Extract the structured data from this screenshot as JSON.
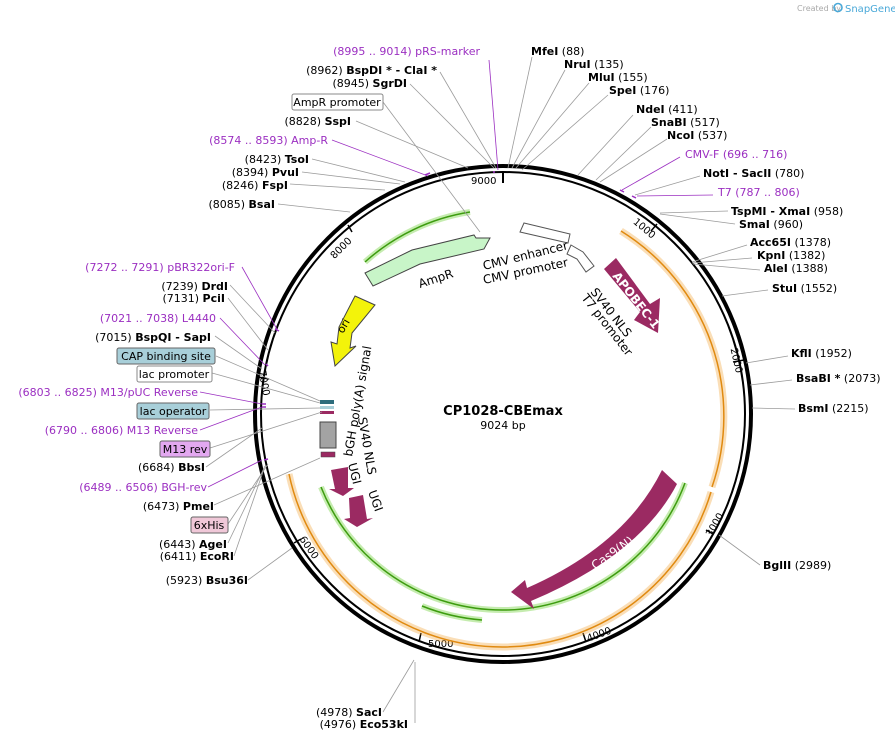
{
  "watermark": {
    "prefix": "Created by",
    "brand": "SnapGene"
  },
  "plasmid": {
    "name": "CP1028-CBEmax",
    "size_label": "9024 bp",
    "total_bp": 9024
  },
  "colors": {
    "primer": "#9b2fc1",
    "cds": "#9b2a62",
    "ori": "#f3f30a",
    "ampr": "#c8f5c8",
    "promoter": "#ffffff",
    "polyA": "#a3a3a3",
    "gene_line": "#3d9c0f",
    "orf_line": "#f0a030",
    "cap_box": "#a8cfd9",
    "m13rev_box": "#e3a8f0",
    "his_box": "#f0c8d8"
  },
  "ticks": [
    "9000",
    "1000",
    "2000",
    "3000",
    "4000",
    "5000",
    "6000",
    "7000",
    "8000"
  ],
  "map_labels": [
    {
      "num": "(8995 .. 9014)",
      "name": "pRS-marker",
      "primer": true
    },
    {
      "num": "(8962)",
      "name": "BspDI * - ClaI *"
    },
    {
      "num": "(8945)",
      "name": "SgrDI"
    },
    {
      "name": "AmpR promoter",
      "box": "promoter"
    },
    {
      "num": "(8828)",
      "name": "SspI"
    },
    {
      "num": "(8574 .. 8593)",
      "name": "Amp-R",
      "primer": true
    },
    {
      "num": "(8423)",
      "name": "TsoI"
    },
    {
      "num": "(8394)",
      "name": "PvuI"
    },
    {
      "num": "(8246)",
      "name": "FspI"
    },
    {
      "num": "(8085)",
      "name": "BsaI"
    },
    {
      "num": "(7272 .. 7291)",
      "name": "pBR322ori-F",
      "primer": true
    },
    {
      "num": "(7239)",
      "name": "DrdI"
    },
    {
      "num": "(7131)",
      "name": "PciI"
    },
    {
      "num": "(7021 .. 7038)",
      "name": "L4440",
      "primer": true
    },
    {
      "num": "(7015)",
      "name": "BspQI - SapI"
    },
    {
      "name": "CAP binding site",
      "box": "cap"
    },
    {
      "name": "lac promoter",
      "box": "promoter"
    },
    {
      "num": "(6803 .. 6825)",
      "name": "M13/pUC Reverse",
      "primer": true
    },
    {
      "name": "lac operator",
      "box": "cap"
    },
    {
      "num": "(6790 .. 6806)",
      "name": "M13 Reverse",
      "primer": true
    },
    {
      "name": "M13 rev",
      "box": "m13rev"
    },
    {
      "num": "(6684)",
      "name": "BbsI"
    },
    {
      "num": "(6489 .. 6506)",
      "name": "BGH-rev",
      "primer": true
    },
    {
      "num": "(6473)",
      "name": "PmeI"
    },
    {
      "name": "6xHis",
      "box": "his"
    },
    {
      "num": "(6443)",
      "name": "AgeI"
    },
    {
      "num": "(6411)",
      "name": "EcoRI"
    },
    {
      "num": "(5923)",
      "name": "Bsu36I"
    },
    {
      "num": "(4978)",
      "name": "SacI"
    },
    {
      "num": "(4976)",
      "name": "Eco53kI"
    },
    {
      "name": "MfeI",
      "num": "(88)"
    },
    {
      "name": "NruI",
      "num": "(135)"
    },
    {
      "name": "MluI",
      "num": "(155)"
    },
    {
      "name": "SpeI",
      "num": "(176)"
    },
    {
      "name": "NdeI",
      "num": "(411)"
    },
    {
      "name": "SnaBI",
      "num": "(517)"
    },
    {
      "name": "NcoI",
      "num": "(537)"
    },
    {
      "name": "CMV-F",
      "num": "(696 .. 716)",
      "primer": true
    },
    {
      "name": "NotI - SacII",
      "num": "(780)"
    },
    {
      "name": "T7",
      "num": "(787 .. 806)",
      "primer": true
    },
    {
      "name": "TspMI - XmaI",
      "num": "(958)"
    },
    {
      "name": "SmaI",
      "num": "(960)"
    },
    {
      "name": "Acc65I",
      "num": "(1378)"
    },
    {
      "name": "KpnI",
      "num": "(1382)"
    },
    {
      "name": "AleI",
      "num": "(1388)"
    },
    {
      "name": "StuI",
      "num": "(1552)"
    },
    {
      "name": "KflI",
      "num": "(1952)"
    },
    {
      "name": "BsaBI *",
      "num": "(2073)"
    },
    {
      "name": "BsmI",
      "num": "(2215)"
    },
    {
      "name": "BglII",
      "num": "(2989)"
    }
  ],
  "feature_labels": [
    "CMV enhancer",
    "CMV promoter",
    "APOBEC-1",
    "SV40 NLS",
    "T7 promoter",
    "AmpR",
    "ori",
    "bGH poly(A) signal",
    "SV40 NLS",
    "UGI",
    "UGI",
    "Cas9(N)"
  ]
}
